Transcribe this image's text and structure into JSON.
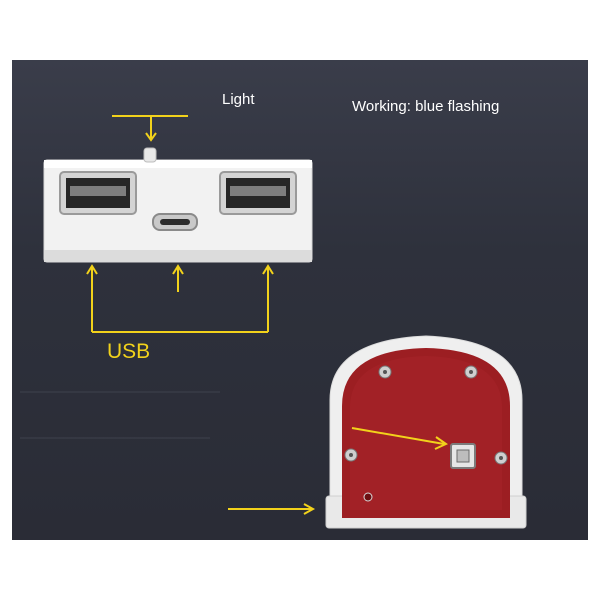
{
  "labels": {
    "light": "Light",
    "status": "Working: blue flashing",
    "usb": "USB"
  },
  "icons": [
    "usb-a-port-icon",
    "micro-usb-port-icon",
    "light-indicator-icon",
    "reset-hole-icon",
    "switch-button-icon",
    "screw-icon"
  ],
  "colors": {
    "background": "#2e313c",
    "annotation": "#f2d21b",
    "housing": "#f3f3f3",
    "back-plate": "#9c1e22"
  }
}
